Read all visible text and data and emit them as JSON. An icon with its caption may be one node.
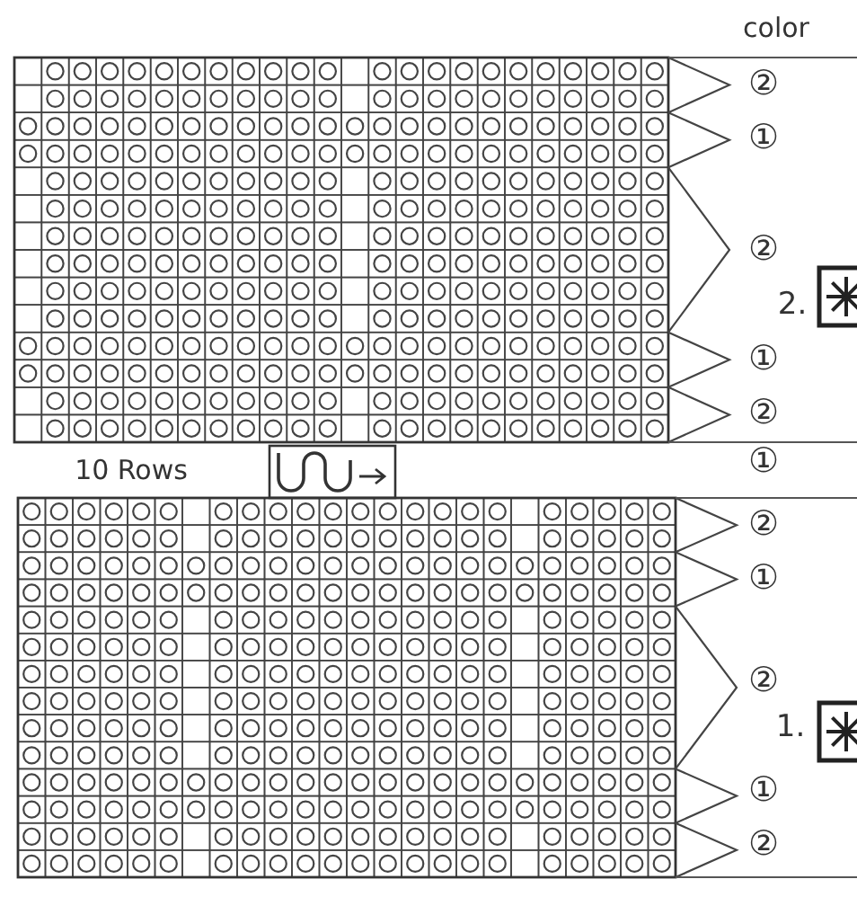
{
  "diagram": {
    "labels": [
      "color",
      "②",
      "①",
      "②",
      "2.",
      "①",
      "②",
      "10 Rows",
      "①",
      "②",
      "①",
      "②",
      "1.",
      "①",
      "②"
    ]
  }
}
